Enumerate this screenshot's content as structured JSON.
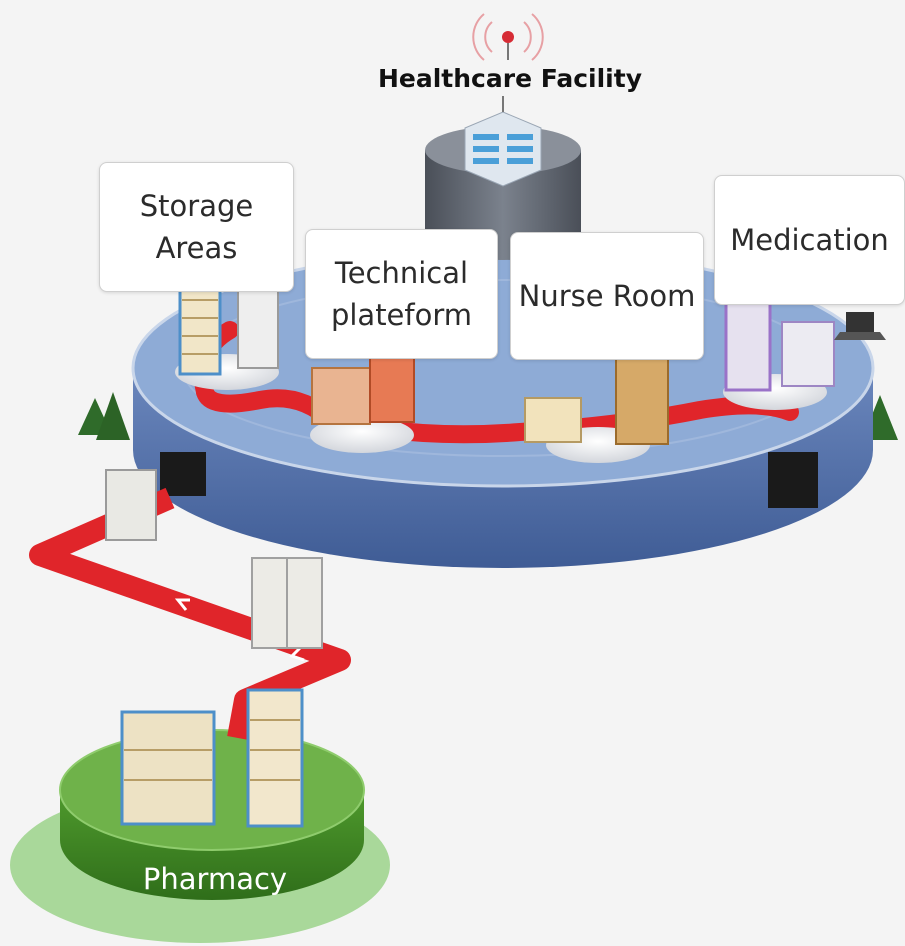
{
  "title": "Healthcare Facility",
  "zones": {
    "storage": "Storage\nAreas",
    "technical": "Technical\nplateform",
    "nurse": "Nurse Room",
    "medication": "Medication"
  },
  "pharmacy": "Pharmacy",
  "icons": [
    "wifi-signal-icon",
    "hospital-building-icon",
    "tree-icon",
    "medical-cart-icon",
    "laptop-icon",
    "route-arrow-icon"
  ],
  "colors": {
    "platform_top": "#8eabd6",
    "platform_side": "#5b78b0",
    "route": "#e0252a",
    "pharmacy": "#5ea83a",
    "tower": "#5d6470"
  }
}
